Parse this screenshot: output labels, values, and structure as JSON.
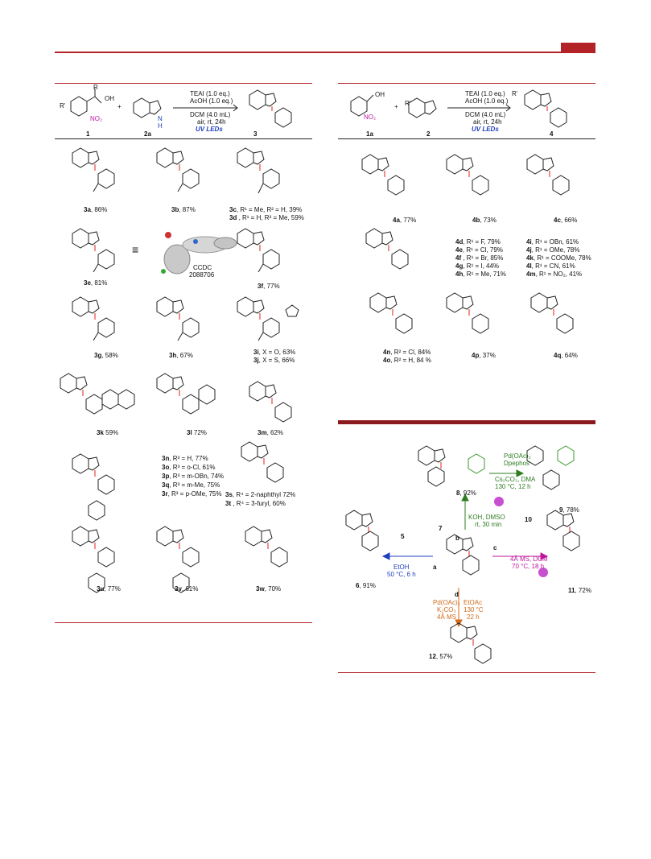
{
  "scheme1": {
    "reagent_top": "TEAI (1.0 eq.)",
    "reagent_mid": "AcOH (1.0 eq.)",
    "solvent": "DCM (4.0 mL)",
    "conditions": "air, rt, 24h",
    "light": "UV LEDs",
    "labels": [
      "1",
      "2a",
      "3"
    ],
    "products": [
      {
        "id": "3a",
        "yield": ", 86%"
      },
      {
        "id": "3b",
        "yield": ", 87%"
      },
      {
        "id": "3c",
        "text": ", R¹ = Me, R² = H, 39%"
      },
      {
        "id": "3d",
        "text": " , R¹ = H, R² = Me, 59%"
      },
      {
        "id": "3e",
        "yield": ", 81%"
      },
      {
        "id": "3f",
        "yield": ", 77%"
      },
      {
        "id": "3g",
        "yield": ", 58%"
      },
      {
        "id": "3h",
        "yield": ", 67%"
      },
      {
        "id": "3i",
        "text": ", X = O, 63%"
      },
      {
        "id": "3j",
        "text": ", X = S, 66%"
      },
      {
        "id": "3k",
        "yield": " 59%"
      },
      {
        "id": "3l",
        "yield": " 72%"
      },
      {
        "id": "3m",
        "yield": ", 62%"
      },
      {
        "id": "3n",
        "text": ", R³ = H, 77%"
      },
      {
        "id": "3o",
        "text": ", R³ = o-Cl, 61%"
      },
      {
        "id": "3p",
        "text": ", R³ = m-OBn, 74%"
      },
      {
        "id": "3q",
        "text": ", R³ = m-Me, 75%"
      },
      {
        "id": "3r",
        "text": ",  R³ = p-OMe, 75%"
      },
      {
        "id": "3s",
        "text": ", R⁴ = 2-naphthyl 72%"
      },
      {
        "id": "3t",
        "text": " , R⁴ = 3-furyl, 60%"
      },
      {
        "id": "3u",
        "yield": ", 77%"
      },
      {
        "id": "3v",
        "yield": ", 61%"
      },
      {
        "id": "3w",
        "yield": ", 70%"
      }
    ],
    "ccdc_label": "CCDC",
    "ccdc_number": "2088706"
  },
  "scheme2": {
    "reagent_top": "TEAI (1.0 eq.)",
    "reagent_mid": "AcOH (1.0 eq.)",
    "solvent": "DCM (4.0 mL)",
    "conditions": "air, rt, 24h",
    "light": "UV LEDs",
    "labels": [
      "1a",
      "2",
      "4"
    ],
    "products": [
      {
        "id": "4a",
        "yield": ", 77%"
      },
      {
        "id": "4b",
        "yield": ", 73%"
      },
      {
        "id": "4c",
        "yield": ", 66%"
      },
      {
        "id": "4d",
        "text": ", R¹ = F, 79%"
      },
      {
        "id": "4e",
        "text": ", R¹ = Cl, 79%"
      },
      {
        "id": "4f",
        "text": " , R¹ = Br, 85%"
      },
      {
        "id": "4g",
        "text": ", R¹ = I, 44%"
      },
      {
        "id": "4h",
        "text": ", R¹ = Me, 71%"
      },
      {
        "id": "4i",
        "text": ",  R¹ = OBn, 61%"
      },
      {
        "id": "4j",
        "text": ",  R¹ = OMe, 78%"
      },
      {
        "id": "4k",
        "text": ", R¹ = COOMe, 78%"
      },
      {
        "id": "4l",
        "text": ",  R¹ = CN, 61%"
      },
      {
        "id": "4m",
        "text": ", R¹ = NO₂, 41%"
      },
      {
        "id": "4n",
        "text": ", R² = Cl, 84%"
      },
      {
        "id": "4o",
        "text": ", R² = H, 84 %"
      },
      {
        "id": "4p",
        "yield": ", 37%"
      },
      {
        "id": "4q",
        "yield": ", 64%"
      }
    ]
  },
  "scheme3": {
    "route_top": {
      "cat": "Pd(OAc)₂",
      "lig": "Dpephos",
      "base": "Cs₂CO₃, DMA",
      "cond": "130 °C, 12 h"
    },
    "route_b": {
      "reagent": "KOH, DMSO",
      "cond": "rt, 30 min",
      "label": "b",
      "substrate": "7"
    },
    "route_a": {
      "label": "a",
      "reagent": "5",
      "solvent": "EtOH",
      "cond": "50 °C, 6 h"
    },
    "route_c": {
      "label": "c",
      "reagent": "10",
      "cond1": "4Å MS, DCM",
      "cond2": "70 °C, 18 h"
    },
    "route_d": {
      "label": "d",
      "left": [
        "Pd(OAc)₂",
        "K₂CO₃",
        "4Å MS"
      ],
      "right": [
        "EtOAc",
        "130 °C",
        "22 h"
      ]
    },
    "products": [
      {
        "id": "8",
        "yield": ", 92%"
      },
      {
        "id": "9",
        "yield": ", 78%"
      },
      {
        "id": "6",
        "yield": ", 91%"
      },
      {
        "id": "11",
        "yield": ", 72%"
      },
      {
        "id": "12",
        "yield": ", 57%"
      }
    ]
  }
}
